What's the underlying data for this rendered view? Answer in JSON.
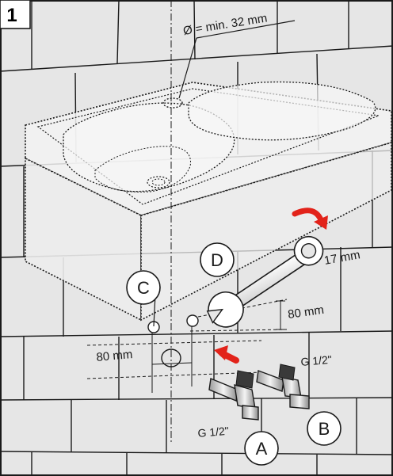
{
  "step_number": "1",
  "callouts": {
    "a": "A",
    "b": "B",
    "c": "C",
    "d": "D"
  },
  "dimensions": {
    "drain_diameter": "Ø = min. 32 mm",
    "wrench_size": "17 mm",
    "vertical_spacing": "80 mm",
    "horizontal_spacing": "80 mm"
  },
  "threads": {
    "valve_a": "G 1/2\"",
    "valve_b": "G 1/2\""
  },
  "colors": {
    "background": "#e6e6e6",
    "wall_lines": "#1a1a1a",
    "sink_fill": "#f0f0f0",
    "accent": "#e2231a",
    "dark": "#1a1a1a"
  }
}
